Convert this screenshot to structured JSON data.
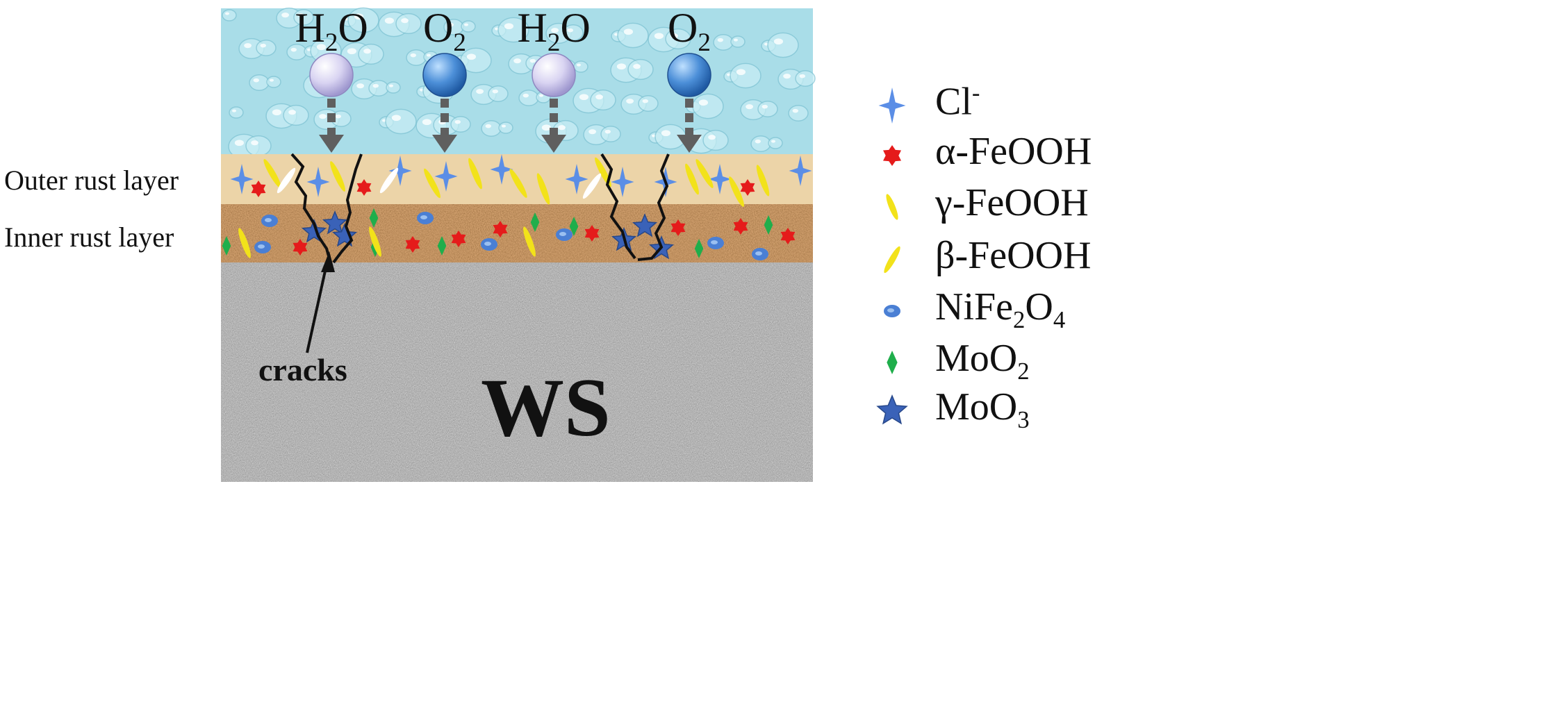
{
  "labels": {
    "outer_layer": "Outer rust layer",
    "inner_layer": "Inner rust layer",
    "cracks": "cracks",
    "substrate": "WS"
  },
  "molecules": [
    {
      "base": "H",
      "sub": "2",
      "rest": "O",
      "kind": "h2o"
    },
    {
      "base": "O",
      "sub": "2",
      "rest": "",
      "kind": "o2"
    },
    {
      "base": "H",
      "sub": "2",
      "rest": "O",
      "kind": "h2o"
    },
    {
      "base": "O",
      "sub": "2",
      "rest": "",
      "kind": "o2"
    }
  ],
  "legend": [
    {
      "symbol": "cl-sparkle-icon",
      "parts": [
        {
          "t": "Cl"
        },
        {
          "t": "-",
          "sup": true
        }
      ],
      "color": "#5b8ee6"
    },
    {
      "symbol": "alpha-feooh-hexagram-icon",
      "parts": [
        {
          "t": "α-FeOOH"
        }
      ],
      "color": "#e51b1b"
    },
    {
      "symbol": "gamma-feooh-dash-icon",
      "parts": [
        {
          "t": "γ-FeOOH"
        }
      ],
      "color": "#f2e21a"
    },
    {
      "symbol": "beta-feooh-dash-icon",
      "parts": [
        {
          "t": "β-FeOOH"
        }
      ],
      "color": "#f2e21a"
    },
    {
      "symbol": "nife2o4-ellipse-icon",
      "parts": [
        {
          "t": "NiFe"
        },
        {
          "t": "2",
          "sub": true
        },
        {
          "t": "O"
        },
        {
          "t": "4",
          "sub": true
        }
      ],
      "color": "#4a7fd4"
    },
    {
      "symbol": "moo2-diamond-icon",
      "parts": [
        {
          "t": "MoO"
        },
        {
          "t": "2",
          "sub": true
        }
      ],
      "color": "#1fae4b"
    },
    {
      "symbol": "moo3-star-icon",
      "parts": [
        {
          "t": "MoO"
        },
        {
          "t": "3",
          "sub": true
        }
      ],
      "color": "#3a62b8"
    }
  ],
  "colors": {
    "water": "#a9dde8",
    "outer_rust": "#ecd4a8",
    "inner_rust": "#b07a4a",
    "substrate": "#a8a8a8",
    "arrow": "#5f5f5f"
  }
}
